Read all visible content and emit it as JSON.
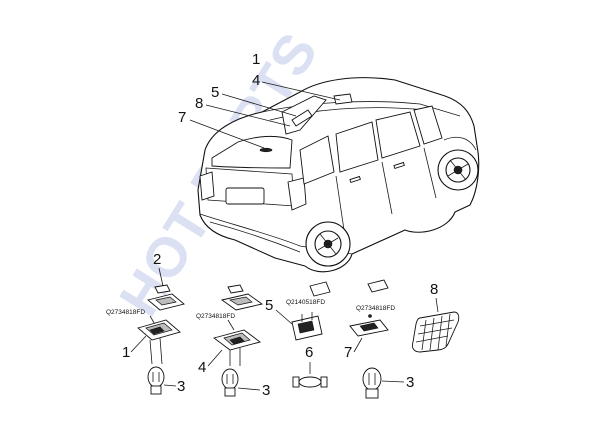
{
  "watermark": "HOT PARTS",
  "callouts": {
    "c1_top": "1",
    "c4_top": "4",
    "c5_top": "5",
    "c8_top": "8",
    "c7_top": "7",
    "c2": "2",
    "c1_low": "1",
    "c3_a": "3",
    "c4_low": "4",
    "c3_b": "3",
    "c5_low": "5",
    "c6": "6",
    "c7_low": "7",
    "c3_c": "3",
    "c8_low": "8"
  },
  "part_codes": {
    "code_1": "Q2734818FD",
    "code_4": "Q2734818FD",
    "code_5": "Q2140518FD",
    "code_7": "Q2734818FD"
  }
}
